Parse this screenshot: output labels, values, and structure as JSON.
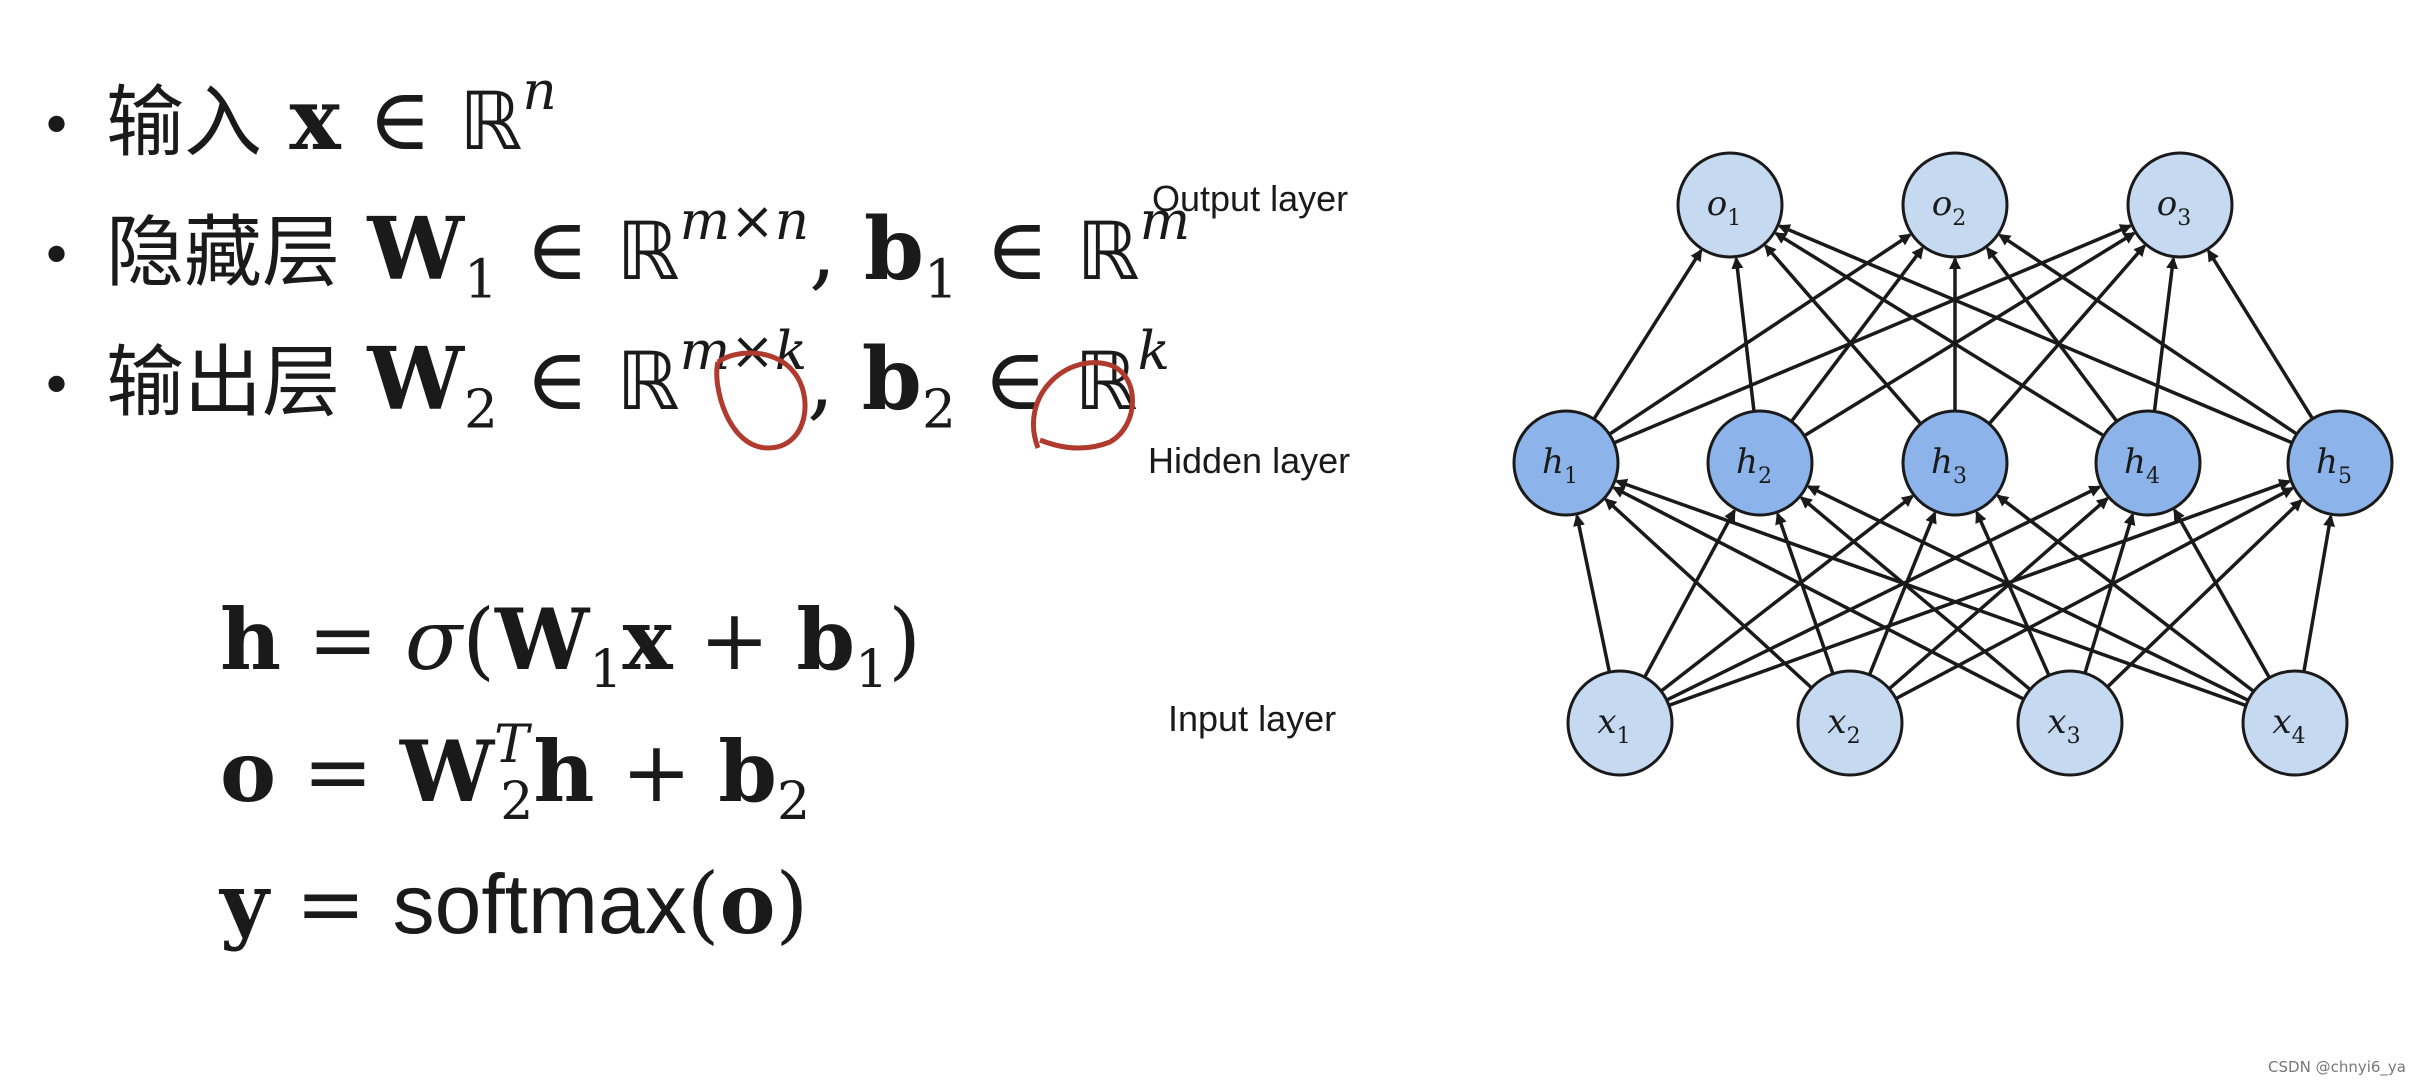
{
  "bullets": {
    "b1_cn": "输入",
    "b2_cn": "隐藏层",
    "b3_cn": "输出层"
  },
  "equations": {
    "e3_fn": "softmax"
  },
  "diagram": {
    "output_label": "Output layer",
    "hidden_label": "Hidden layer",
    "input_label": "Input layer",
    "outputs": [
      "o",
      "o",
      "o"
    ],
    "output_subs": [
      "1",
      "2",
      "3"
    ],
    "hidden": [
      "h",
      "h",
      "h",
      "h",
      "h"
    ],
    "hidden_subs": [
      "1",
      "2",
      "3",
      "4",
      "5"
    ],
    "inputs": [
      "x",
      "x",
      "x",
      "x"
    ],
    "input_subs": [
      "1",
      "2",
      "3",
      "4"
    ],
    "colors": {
      "output_fill": "#c5d9f1",
      "hidden_fill": "#8db4ea",
      "input_fill": "#c5d9f1",
      "node_stroke": "#1a1a1a",
      "annotation": "#b03a2e"
    }
  },
  "watermark": "CSDN @chnyi6_ya"
}
